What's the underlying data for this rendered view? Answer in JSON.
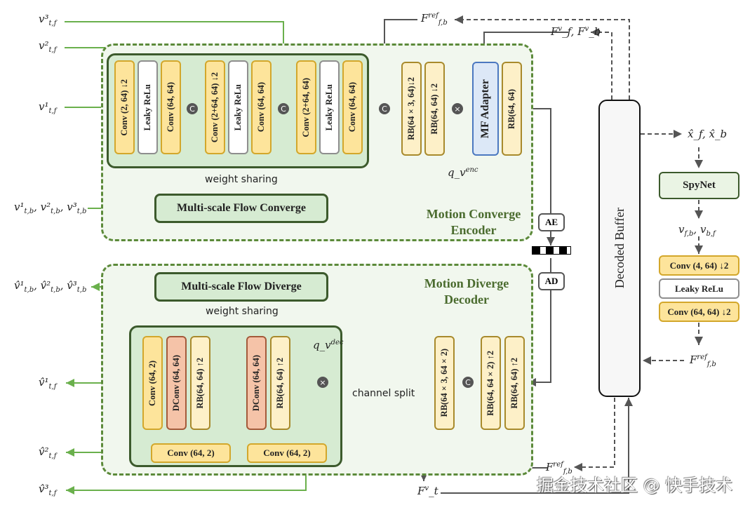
{
  "inputs_left": {
    "v3tf": "v³_{t,f}",
    "v2tf": "v²_{t,f}",
    "v1tf": "v¹_{t,f}",
    "vtb": "v¹_{t,b}, v²_{t,b}, v³_{t,b}"
  },
  "outputs_left": {
    "vhat_tb": "v̂¹_{t,b}, v̂²_{t,b}, v̂³_{t,b}",
    "vhat1": "v̂¹_{t,f}",
    "vhat2": "v̂²_{t,f}",
    "vhat3": "v̂³_{t,f}"
  },
  "encoder": {
    "title_line1": "Motion Converge",
    "title_line2": "Encoder",
    "weight_sharing": "weight sharing",
    "msf": "Multi-scale Flow Converge",
    "blocks": [
      "Conv (2, 64) ↓2",
      "Leaky ReLu",
      "Conv (64, 64)",
      "Conv (2+64, 64) ↓2",
      "Leaky ReLu",
      "Conv (64, 64)",
      "Conv (2+64, 64)",
      "Leaky ReLu",
      "Conv (64, 64)"
    ],
    "rb1": "RB(64×3, 64)↓2",
    "rb2": "RB(64, 64) ↓2",
    "mf_adapter": "MF Adapter",
    "rb3": "RB(64, 64)",
    "q_enc": "q_v^{enc}",
    "concat_symbol": "C",
    "mult_symbol": "×"
  },
  "decoder": {
    "title_line1": "Motion Diverge",
    "title_line2": "Decoder",
    "weight_sharing": "weight sharing",
    "msf": "Multi-scale Flow Diverge",
    "blocks": [
      "Conv (64, 2)",
      "DConv (64, 64)",
      "RB(64, 64) ↑2",
      "DConv (64, 64)",
      "RB(64, 64) ↑2"
    ],
    "conv_bottom": [
      "Conv (64, 2)",
      "Conv (64, 2)"
    ],
    "q_dec": "q_v^{dec}",
    "channel_split": "channel split",
    "rb_a": "RB(64×3, 64×2)",
    "rb_b": "RB(64, 64×2) ↑2",
    "rb_c": "RB(64, 64) ↑2"
  },
  "codec": {
    "ae": "AE",
    "ad": "AD"
  },
  "buffer": {
    "label": "Decoded Buffer"
  },
  "labels": {
    "F_ref_top": "F^{ref}_{f,b}",
    "F_fb_v": "F^v_f, F^v_b",
    "x_hat": "x̂_f, x̂_b",
    "v_fb": "v_{f,b}, v_{b,f}",
    "F_ref_right": "F^{ref}_{f,b}",
    "F_ref_bottom": "F^{ref}_{f,b}",
    "F_tv": "F^v_t"
  },
  "right_branch": {
    "spynet": "SpyNet",
    "conv1": "Conv (4, 64) ↓2",
    "relu": "Leaky ReLu",
    "conv2": "Conv (64, 64) ↓2"
  },
  "watermark": "掘金技术社区 @ 快手技术"
}
